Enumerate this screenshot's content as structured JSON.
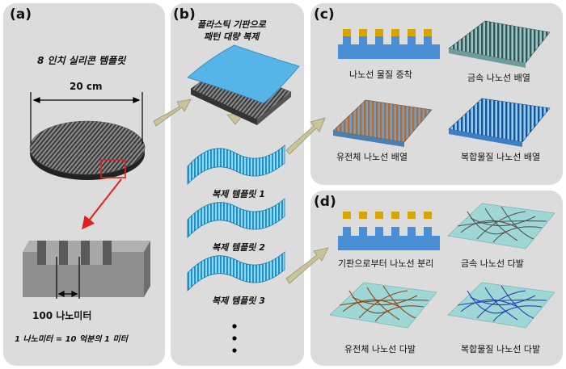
{
  "panels": {
    "a": {
      "label": "(a)",
      "template_title": "8 인치 실리콘 템플릿",
      "diameter": "20 cm",
      "scale_label": "100 나노미터",
      "unit_note": "1 나노미터 = 10 억분의 1 미터"
    },
    "b": {
      "label": "(b)",
      "title_line1": "플라스틱 기판으로",
      "title_line2": "패턴 대량 복제",
      "replicas": [
        "복제 템플릿 1",
        "복제 템플릿 2",
        "복제 템플릿 3"
      ]
    },
    "c": {
      "label": "(c)",
      "items": [
        "나노선 물질 증착",
        "금속 나노선 배열",
        "유전체 나노선 배열",
        "복합물질 나노선 배열"
      ]
    },
    "d": {
      "label": "(d)",
      "items": [
        "기판으로부터 나노선 분리",
        "금속 나노선 다발",
        "유전체 나노선 다발",
        "복합물질 나노선 다발"
      ]
    }
  },
  "colors": {
    "panel_bg": "#dcdcdc",
    "arrow": "#c8c39a",
    "substrate": "#4a8fd6",
    "gold": "#d9a300",
    "metal": "#3a6060",
    "dielectric": "#b86a2e",
    "composite": "#1f5aa8",
    "plastic": "#56b4e6",
    "red": "#e02020"
  }
}
